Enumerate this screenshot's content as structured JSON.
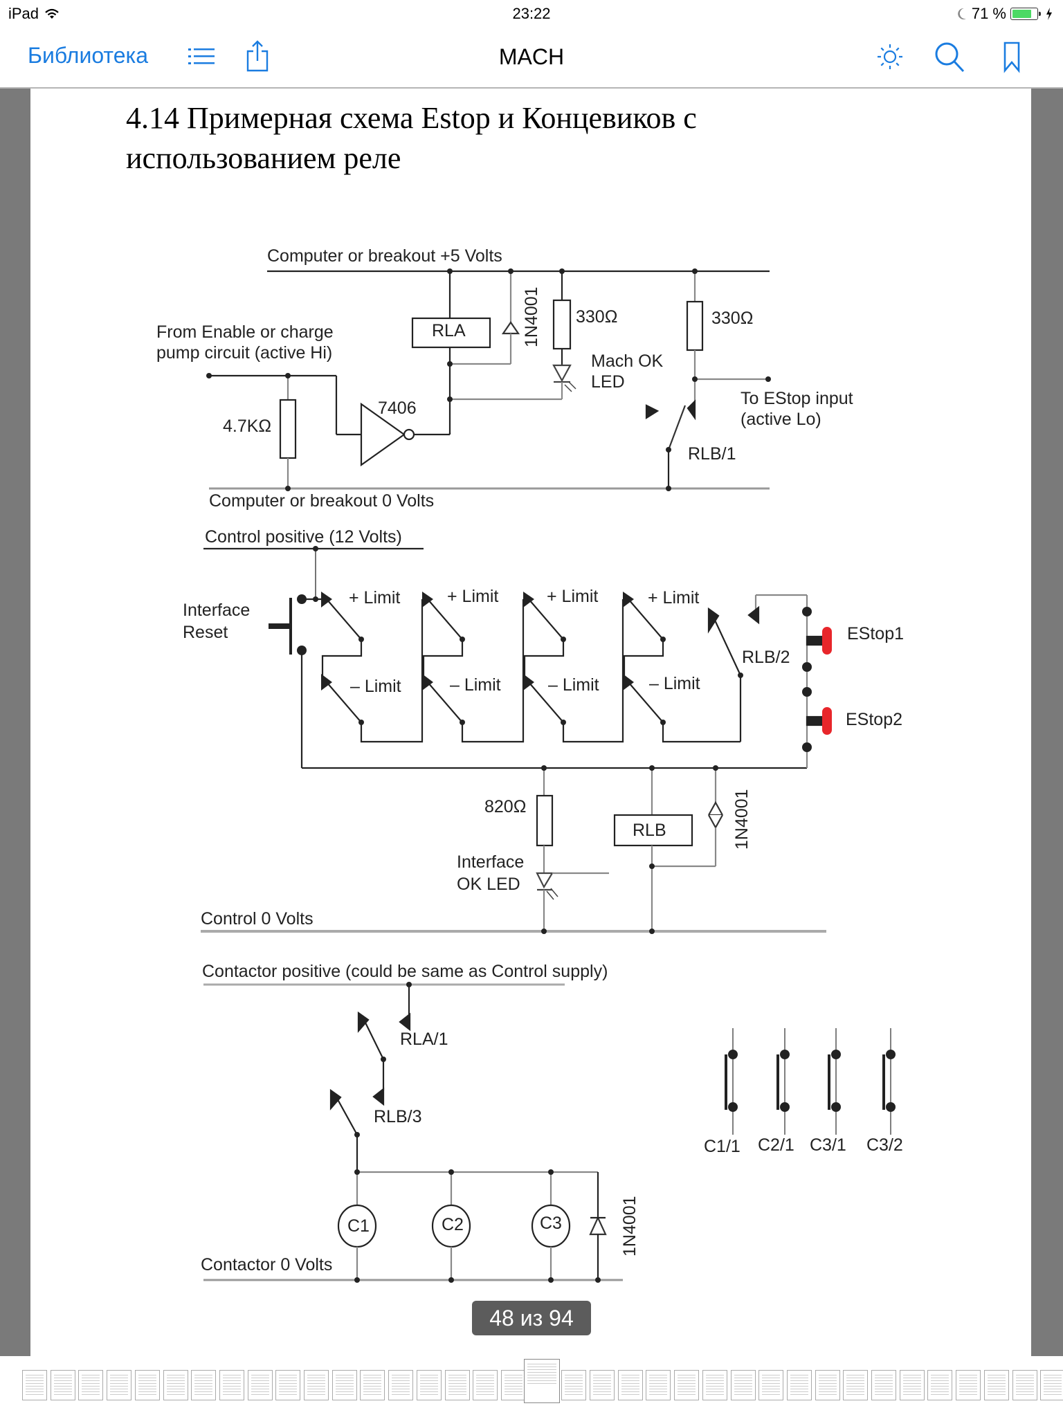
{
  "status_bar": {
    "device": "iPad",
    "time": "23:22",
    "battery_percent": "71 %",
    "battery_level": 0.71,
    "icons": [
      "wifi-icon",
      "moon-icon",
      "battery-icon",
      "charging-bolt-icon"
    ]
  },
  "nav": {
    "back_label": "Библиотека",
    "title": "MACH",
    "icons": [
      "list-icon",
      "share-icon",
      "brightness-icon",
      "search-icon",
      "bookmark-icon"
    ],
    "accent_color": "#1a7ce0"
  },
  "document": {
    "title_line1": "4.14  Примерная схема Estop и Концевиков с",
    "title_line2": "использованием реле",
    "page_current": 48,
    "page_total": 94,
    "page_counter": "48 из 94"
  },
  "schematic": {
    "section1": {
      "rail_top": "Computer or breakout +5 Volts",
      "rail_bottom": "Computer or breakout 0 Volts",
      "input_label_line1": "From Enable or charge",
      "input_label_line2": "pump circuit (active Hi)",
      "pulldown_resistor": "4.7KΩ",
      "inverter": "7406",
      "relay_coil": "RLA",
      "diode": "1N4001",
      "led_resistor": "330Ω",
      "led_label_line1": "Mach OK",
      "led_label_line2": "LED",
      "pullup_resistor": "330Ω",
      "output_label_line1": "To EStop input",
      "output_label_line2": "(active Lo)",
      "contact": "RLB/1"
    },
    "section2": {
      "rail_top": "Control positive (12 Volts)",
      "rail_bottom": "Control 0 Volts",
      "reset_label_line1": "Interface",
      "reset_label_line2": "Reset",
      "plus_limit": "+ Limit",
      "minus_limit": "– Limit",
      "limit_pairs": 4,
      "contact": "RLB/2",
      "estops": [
        "EStop1",
        "EStop2"
      ],
      "estop_color": "#e8262b",
      "led_resistor": "820Ω",
      "led_label_line1": "Interface",
      "led_label_line2": "OK LED",
      "relay_coil": "RLB",
      "diode": "1N4001"
    },
    "section3": {
      "rail_top": "Contactor positive (could be same as Control supply)",
      "rail_bottom": "Contactor 0 Volts",
      "contacts": [
        "RLA/1",
        "RLB/3"
      ],
      "coils": [
        "C1",
        "C2",
        "C3"
      ],
      "diode": "1N4001",
      "aux_contacts": [
        "C1/1",
        "C2/1",
        "C3/1",
        "C3/2"
      ]
    }
  },
  "thumbnails": {
    "count": 37,
    "current_index": 18
  }
}
